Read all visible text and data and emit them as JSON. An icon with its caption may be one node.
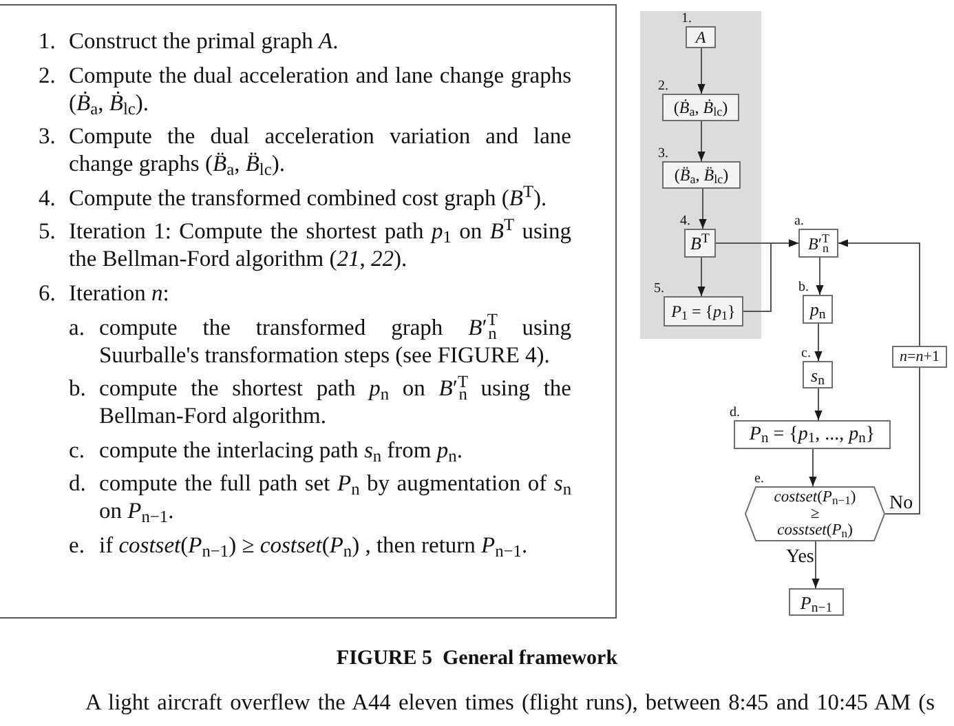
{
  "diagram": {
    "caption": "FIGURE 5  General framework",
    "nodes": [
      {
        "text": [
          "1.",
          "Construct the primal graph *A*.",
          "2.",
          "Compute the dual acceleration and lane change graphs (*Ḃ*$_{a}$, *Ḃ*$_{lc}$).",
          "3.",
          "Compute the dual acceleration variation and lane change graphs (*B̈*$_{a}$, *B̈*$_{lc}$).",
          "4.",
          "Compute the transformed combined cost graph (*B*$^{T}$).",
          "5.",
          "Iteration 1: Compute the shortest path *p*$_{1}$ on *B*$^{T}$ using the Bellman-Ford algorithm (*21*, *22*).",
          "6.",
          "Iteration *n*:",
          "a.",
          "compute the transformed graph *B*′$^{T}$$_{n}$ using Suurballe's transformation steps (see FIGURE 4).",
          "b.",
          "compute the shortest path *p*$_{n}$ on *B*′$^{T}$$_{n}$ using the Bellman-Ford algorithm.",
          "c.",
          "compute the interlacing path *s*$_{n}$ from *p*$_{n}$.",
          "d.",
          "compute the full path set *P*$_{n}$ by augmentation of *s*$_{n}$ on *P*$_{n−1}$.",
          "e.",
          "if *costset*(*P*$_{n−1}$) ≥ *costset*(*P*$_{n}$) , then return *P*$_{n−1}$."
        ]
      },
      {
        "text": [],
        "shape": "box"
      },
      {
        "text": [
          "*A*"
        ],
        "in": 1,
        "beside": [
          "1."
        ]
      },
      {
        "text": [
          "(*Ḃ*$_{a}$, *Ḃ*$_{lc}$)"
        ],
        "in": 1,
        "beside": [
          "2."
        ]
      },
      {
        "text": [
          "(*B̈*$_{a}$, *B̈*$_{lc}$)"
        ],
        "in": 1,
        "beside": [
          "3."
        ]
      },
      {
        "text": [
          "*B*$^{T}$"
        ],
        "in": 1,
        "beside": [
          "4."
        ]
      },
      {
        "text": [
          "*P*$_{1}$ = {*p*$_{1}$}"
        ],
        "in": 1,
        "beside": [
          "5."
        ]
      },
      {
        "text": [
          "*B*′$^{T}$$_{n}$"
        ],
        "beside": [
          "a."
        ]
      },
      {
        "text": [
          "*p*$_{n}$"
        ],
        "beside": [
          "b."
        ]
      },
      {
        "text": [
          "*s*$_{n}$"
        ],
        "beside": [
          "c."
        ]
      },
      {
        "text": [
          "*P*$_{n}$ = {*p*$_{1}$, ..., *p*$_{n}$}"
        ],
        "beside": [
          "d."
        ]
      },
      {
        "text": [
          "*costset*(*P*$_{n−1}$) ≥ *cosstset*(*P*$_{n}$)"
        ],
        "beside": [
          "e."
        ]
      },
      {
        "text": [
          "*P*$_{n−1}$"
        ]
      },
      {
        "text": [
          "*n*=*n*+1"
        ]
      }
    ],
    "edges": [
      {
        "from": 2,
        "to": 3,
        "arrow": "to"
      },
      {
        "from": 3,
        "to": 4,
        "arrow": "to"
      },
      {
        "from": 4,
        "to": 5,
        "arrow": "to"
      },
      {
        "from": 5,
        "to": 6,
        "arrow": "to"
      },
      {
        "from": 5,
        "to": 7,
        "arrow": "to"
      },
      {
        "from": 6,
        "to": 7,
        "arrow": "to"
      },
      {
        "from": 7,
        "to": 8,
        "arrow": "to"
      },
      {
        "from": 8,
        "to": 9,
        "arrow": "to"
      },
      {
        "from": 9,
        "to": 10,
        "arrow": "to"
      },
      {
        "from": 10,
        "to": 11,
        "arrow": "to"
      },
      {
        "from": 11,
        "to": 12,
        "arrow": "to",
        "label": "Yes"
      },
      {
        "from": 11,
        "to": 13,
        "arrow": "none",
        "label": "No"
      },
      {
        "from": 13,
        "to": 7,
        "arrow": "to"
      }
    ],
    "labels": [
      "A light aircraft overflew the A44 eleven times (flight runs), between 8:45 and 10:45 AM (s"
    ]
  }
}
